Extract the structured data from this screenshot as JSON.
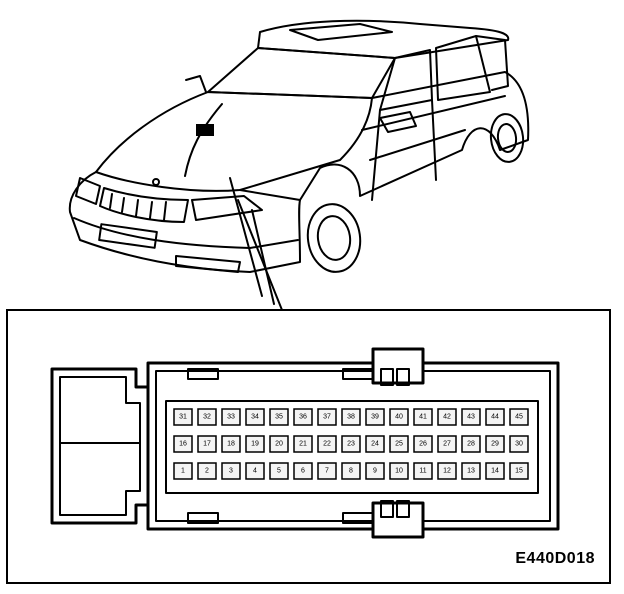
{
  "diagram": {
    "code": "E440D018",
    "connector": {
      "pin_rows": [
        [
          "31",
          "32",
          "33",
          "34",
          "35",
          "36",
          "37",
          "38",
          "39",
          "40",
          "41",
          "42",
          "43",
          "44",
          "45"
        ],
        [
          "16",
          "17",
          "18",
          "19",
          "20",
          "21",
          "22",
          "23",
          "24",
          "25",
          "26",
          "27",
          "28",
          "29",
          "30"
        ],
        [
          "1",
          "2",
          "3",
          "4",
          "5",
          "6",
          "7",
          "8",
          "9",
          "10",
          "11",
          "12",
          "13",
          "14",
          "15"
        ]
      ]
    },
    "colors": {
      "line": "#000000",
      "background": "#ffffff",
      "pin_fill": "#f4f4f4"
    }
  }
}
